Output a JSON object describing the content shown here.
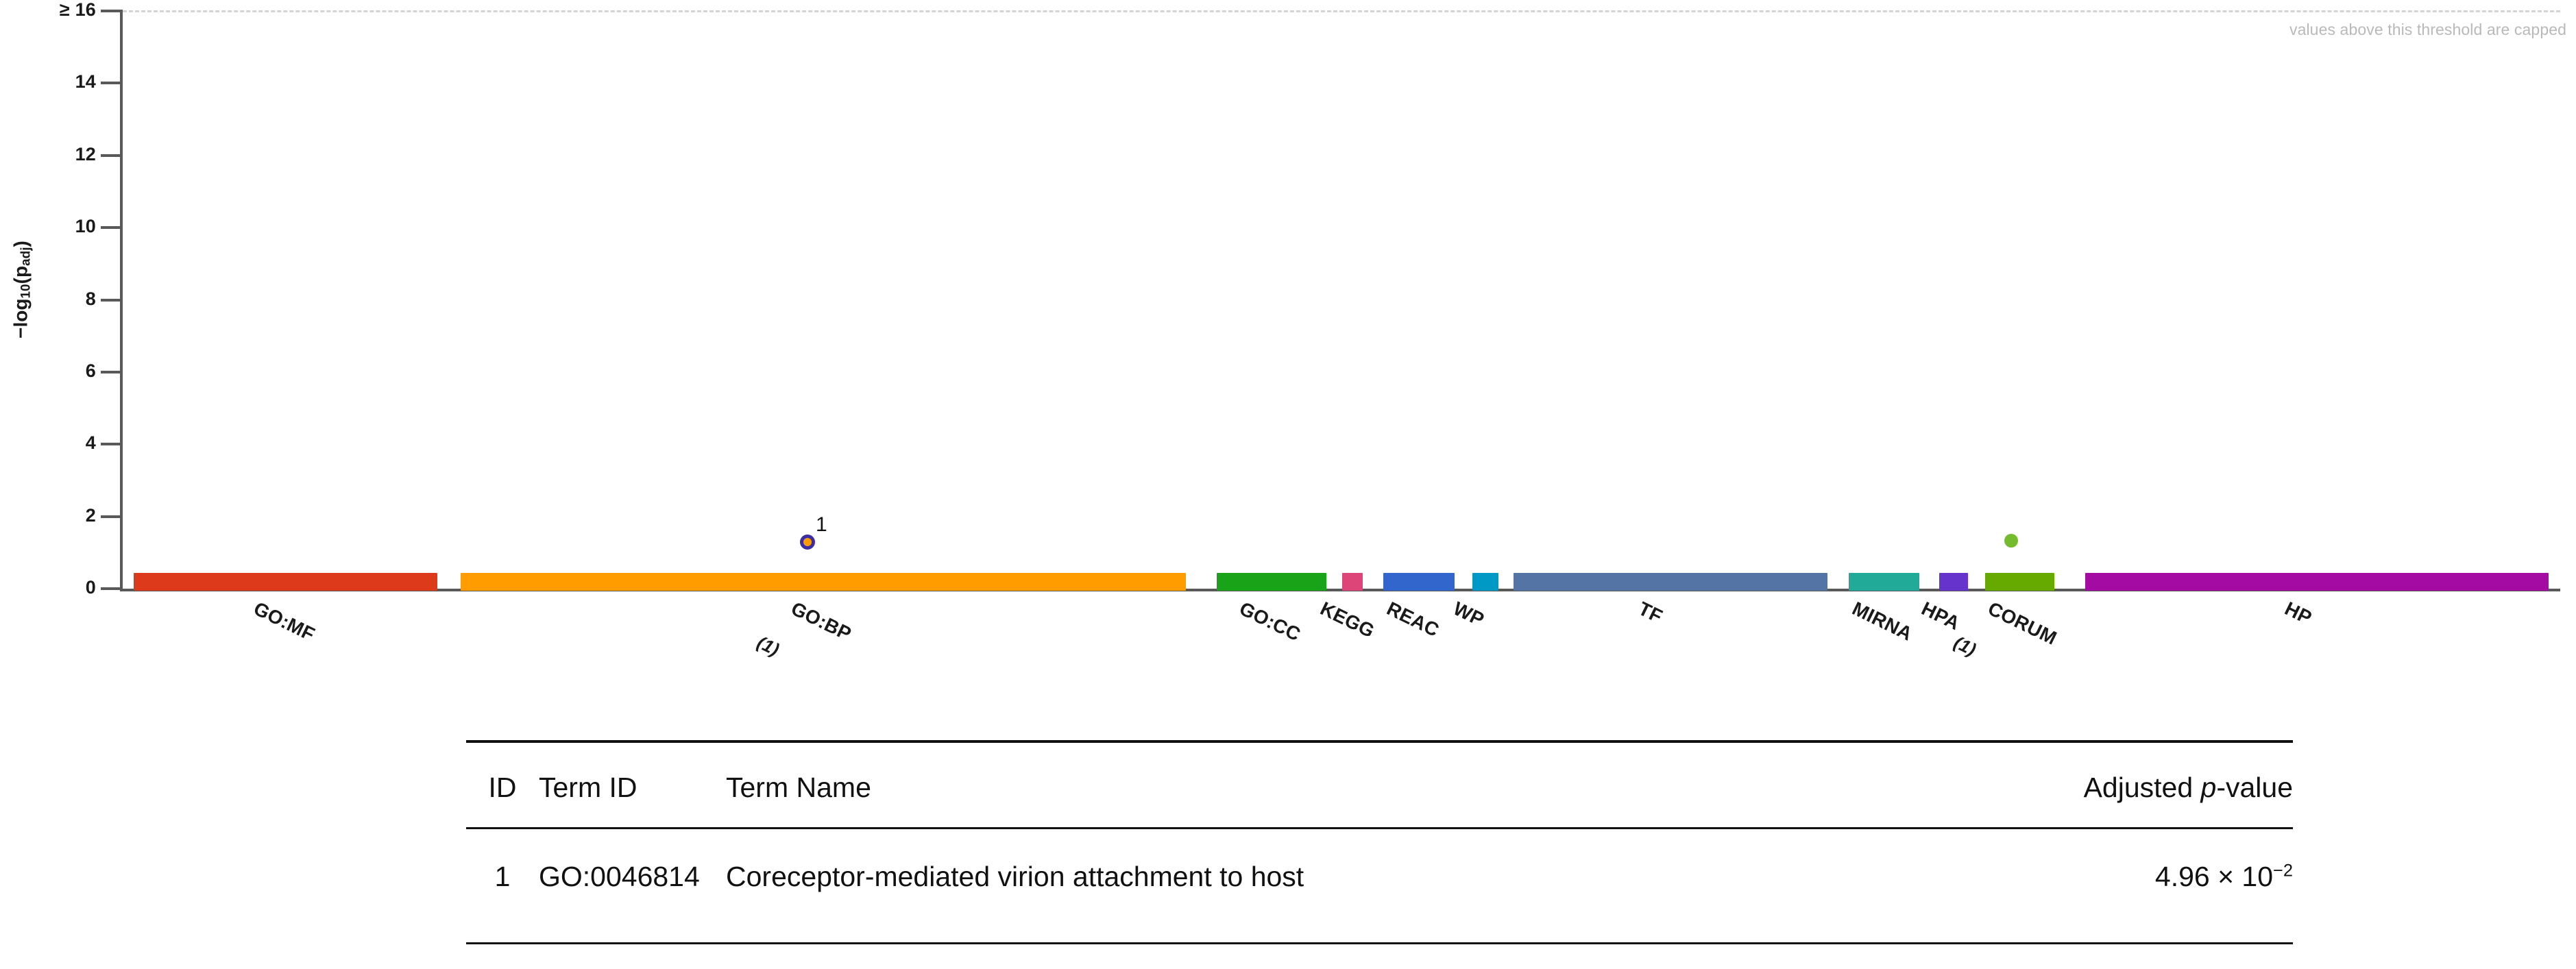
{
  "chart_data": {
    "type": "scatter",
    "title": "",
    "xlabel": "",
    "ylabel": "-log10(p_adj)",
    "ylim": [
      0,
      16
    ],
    "yticks": [
      "0",
      "2",
      "4",
      "6",
      "8",
      "10",
      "12",
      "14",
      "≥ 16"
    ],
    "grid": false,
    "legend_position": "none",
    "threshold_note": "values above this threshold are capped",
    "sources": [
      {
        "name": "GO:MF",
        "count": "",
        "color": "#DC3A1A",
        "x_start": 195,
        "x_end": 638
      },
      {
        "name": "GO:BP",
        "count": "(1)",
        "color": "#FF9D00",
        "x_start": 672,
        "x_end": 1730
      },
      {
        "name": "GO:CC",
        "count": "",
        "color": "#19A319",
        "x_start": 1775,
        "x_end": 1935
      },
      {
        "name": "KEGG",
        "count": "",
        "color": "#DD4477",
        "x_start": 1958,
        "x_end": 1988
      },
      {
        "name": "REAC",
        "count": "",
        "color": "#3366CC",
        "x_start": 2018,
        "x_end": 2122
      },
      {
        "name": "WP",
        "count": "",
        "color": "#0099C6",
        "x_start": 2148,
        "x_end": 2186
      },
      {
        "name": "TF",
        "count": "",
        "color": "#5574A6",
        "x_start": 2208,
        "x_end": 2666
      },
      {
        "name": "MIRNA",
        "count": "",
        "color": "#22AA99",
        "x_start": 2697,
        "x_end": 2800
      },
      {
        "name": "HPA",
        "count": "",
        "color": "#6633CC",
        "x_start": 2829,
        "x_end": 2871
      },
      {
        "name": "CORUM",
        "count": "(1)",
        "color": "#66AA00",
        "x_start": 2896,
        "x_end": 2997
      },
      {
        "name": "HP",
        "count": "",
        "color": "#A30BA3",
        "x_start": 3042,
        "x_end": 3718
      }
    ],
    "points": [
      {
        "label": "1",
        "source": "GO:BP",
        "x": 1178,
        "value": 1.3,
        "fill": "#FF9D00",
        "ring": "#3B2FA3"
      },
      {
        "label": "",
        "source": "CORUM",
        "x": 2934,
        "value": 1.33,
        "fill": "#74BB2E",
        "ring": ""
      }
    ]
  },
  "table": {
    "headers": {
      "id": "ID",
      "term_id": "Term ID",
      "term_name": "Term Name",
      "pvalue_prefix": "Adjusted ",
      "pvalue_italic": "p",
      "pvalue_suffix": "-value"
    },
    "rows": [
      {
        "id": "1",
        "term_id": "GO:0046814",
        "term_name": "Coreceptor-mediated virion attachment to host",
        "pvalue_mantissa": "4.96 × 10",
        "pvalue_exponent": "−2"
      }
    ]
  },
  "axis": {
    "y_title_main": "−log",
    "y_title_sub": "10",
    "y_title_tail": "(p",
    "y_title_sub2": "adj",
    "y_title_close": ")"
  },
  "colors": {
    "axis": "#595959",
    "threshold_dash": "#D4D4D4",
    "threshold_text": "#B9B9B9",
    "text": "#111111"
  }
}
